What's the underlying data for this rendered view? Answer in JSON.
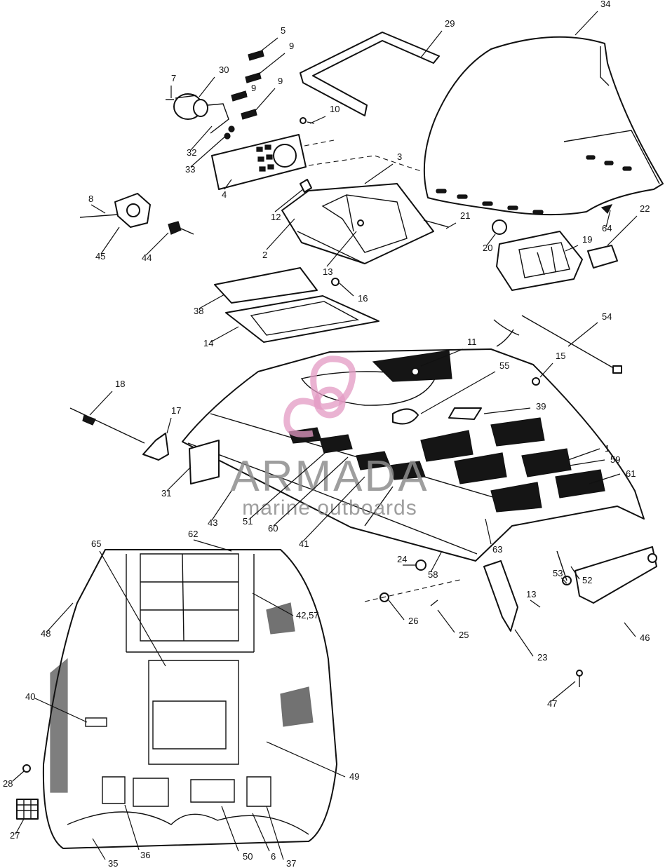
{
  "watermark": {
    "brand": "ARMADA",
    "tagline": "marine outboards",
    "logo_color": "#e39ac3",
    "text_color": "#8e8e8e"
  },
  "callouts": [
    {
      "id": "1",
      "text": "1"
    },
    {
      "id": "2",
      "text": "2"
    },
    {
      "id": "3",
      "text": "3"
    },
    {
      "id": "4",
      "text": "4"
    },
    {
      "id": "5",
      "text": "5"
    },
    {
      "id": "6",
      "text": "6"
    },
    {
      "id": "7",
      "text": "7"
    },
    {
      "id": "8",
      "text": "8"
    },
    {
      "id": "9a",
      "text": "9"
    },
    {
      "id": "9b",
      "text": "9"
    },
    {
      "id": "9c",
      "text": "9"
    },
    {
      "id": "10",
      "text": "10"
    },
    {
      "id": "11",
      "text": "11"
    },
    {
      "id": "12",
      "text": "12"
    },
    {
      "id": "13a",
      "text": "13"
    },
    {
      "id": "13b",
      "text": "13"
    },
    {
      "id": "14",
      "text": "14"
    },
    {
      "id": "15",
      "text": "15"
    },
    {
      "id": "16",
      "text": "16"
    },
    {
      "id": "17",
      "text": "17"
    },
    {
      "id": "18",
      "text": "18"
    },
    {
      "id": "19",
      "text": "19"
    },
    {
      "id": "20",
      "text": "20"
    },
    {
      "id": "21",
      "text": "21"
    },
    {
      "id": "22",
      "text": "22"
    },
    {
      "id": "23",
      "text": "23"
    },
    {
      "id": "24",
      "text": "24"
    },
    {
      "id": "25",
      "text": "25"
    },
    {
      "id": "26",
      "text": "26"
    },
    {
      "id": "27",
      "text": "27"
    },
    {
      "id": "28",
      "text": "28"
    },
    {
      "id": "29",
      "text": "29"
    },
    {
      "id": "30",
      "text": "30"
    },
    {
      "id": "31",
      "text": "31"
    },
    {
      "id": "32",
      "text": "32"
    },
    {
      "id": "33",
      "text": "33"
    },
    {
      "id": "34",
      "text": "34"
    },
    {
      "id": "35",
      "text": "35"
    },
    {
      "id": "36",
      "text": "36"
    },
    {
      "id": "37",
      "text": "37"
    },
    {
      "id": "38",
      "text": "38"
    },
    {
      "id": "39",
      "text": "39"
    },
    {
      "id": "40",
      "text": "40"
    },
    {
      "id": "41",
      "text": "41"
    },
    {
      "id": "42_57",
      "text": "42,57"
    },
    {
      "id": "43",
      "text": "43"
    },
    {
      "id": "44",
      "text": "44"
    },
    {
      "id": "45",
      "text": "45"
    },
    {
      "id": "46",
      "text": "46"
    },
    {
      "id": "47",
      "text": "47"
    },
    {
      "id": "48",
      "text": "48"
    },
    {
      "id": "49",
      "text": "49"
    },
    {
      "id": "50",
      "text": "50"
    },
    {
      "id": "51",
      "text": "51"
    },
    {
      "id": "52",
      "text": "52"
    },
    {
      "id": "53",
      "text": "53"
    },
    {
      "id": "54",
      "text": "54"
    },
    {
      "id": "55",
      "text": "55"
    },
    {
      "id": "58",
      "text": "58"
    },
    {
      "id": "59",
      "text": "59"
    },
    {
      "id": "60",
      "text": "60"
    },
    {
      "id": "61",
      "text": "61"
    },
    {
      "id": "62",
      "text": "62"
    },
    {
      "id": "63",
      "text": "63"
    },
    {
      "id": "64",
      "text": "64"
    },
    {
      "id": "65",
      "text": "65"
    }
  ]
}
